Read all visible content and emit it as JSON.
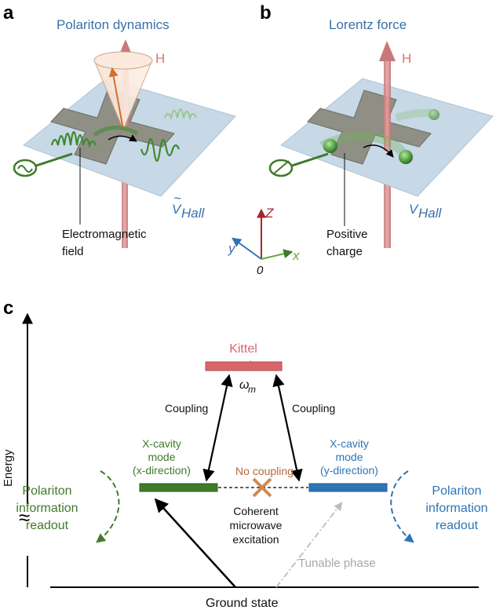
{
  "panel_a": {
    "letter": "a",
    "title": "Polariton dynamics",
    "field_label": "H",
    "voltage_symbol": "V",
    "voltage_sub": "Hall",
    "voltage_mark": "~",
    "em_label_line1": "Electromagnetic",
    "em_label_line2": "field"
  },
  "panel_b": {
    "letter": "b",
    "title": "Lorentz force",
    "field_label": "H",
    "voltage_symbol": "V",
    "voltage_sub": "Hall",
    "charge_label_line1": "Positive",
    "charge_label_line2": "charge"
  },
  "axes": {
    "z": "Z",
    "y": "y",
    "x": "x",
    "origin": "0"
  },
  "panel_c": {
    "letter": "c",
    "energy_axis": "Energy",
    "ground_state": "Ground state",
    "kittel_line1": "Kittel",
    "kittel_line2": "mode",
    "omega": "ω",
    "omega_sub": "m",
    "coupling_left": "Coupling",
    "coupling_right": "Coupling",
    "xcav_left": [
      "X-cavity",
      "mode",
      "(x-direction)"
    ],
    "xcav_right": [
      "X-cavity",
      "mode",
      "(y-direction)"
    ],
    "no_coupling": "No coupling",
    "coherent": [
      "Coherent",
      "microwave",
      "excitation"
    ],
    "readout_left": [
      "Polariton",
      "information",
      "readout"
    ],
    "readout_right": [
      "Polariton",
      "information",
      "readout"
    ],
    "tunable_phase": "Tunable phase",
    "break_mark": "≈"
  },
  "colors": {
    "green": "#3f7a2a",
    "blue": "#2f74b5",
    "kittel": "#d9656b",
    "orange": "#d2884f",
    "plate": "#c7d8e6",
    "cross": "#8f8f85"
  }
}
